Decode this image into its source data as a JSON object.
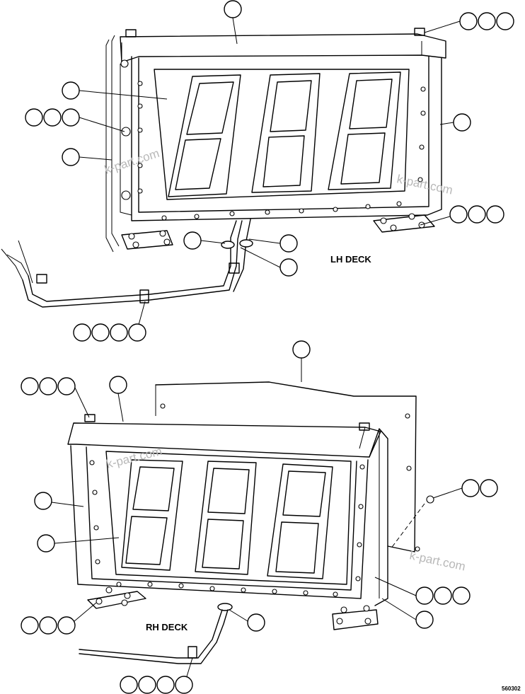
{
  "diagram": {
    "sections": [
      {
        "label": "LH DECK"
      },
      {
        "label": "RH DECK"
      }
    ],
    "watermark": "k-part.com",
    "drawing_code": "560302",
    "callout_groups": [
      {
        "id": "lh-cover",
        "balloons": 1
      },
      {
        "id": "lh-cover-fasteners",
        "balloons": 3
      },
      {
        "id": "lh-display-panel",
        "balloons": 1
      },
      {
        "id": "lh-grommet-left",
        "balloons": 3
      },
      {
        "id": "lh-frame-left",
        "balloons": 1
      },
      {
        "id": "lh-frame-right",
        "balloons": 1
      },
      {
        "id": "lh-bracket-fasteners",
        "balloons": 3
      },
      {
        "id": "lh-cable-grommet-1",
        "balloons": 1
      },
      {
        "id": "lh-cable-grommet-2",
        "balloons": 1
      },
      {
        "id": "lh-cable-grommet-3",
        "balloons": 1
      },
      {
        "id": "lh-cable-clamp",
        "balloons": 4
      },
      {
        "id": "rh-mount-plate",
        "balloons": 1
      },
      {
        "id": "rh-cover-fasteners",
        "balloons": 3
      },
      {
        "id": "rh-cover",
        "balloons": 1
      },
      {
        "id": "rh-frame-left",
        "balloons": 1
      },
      {
        "id": "rh-display-panel",
        "balloons": 1
      },
      {
        "id": "rh-nut",
        "balloons": 2
      },
      {
        "id": "rh-side-fasteners",
        "balloons": 3
      },
      {
        "id": "rh-side-bracket",
        "balloons": 1
      },
      {
        "id": "rh-bracket-fasteners",
        "balloons": 3
      },
      {
        "id": "rh-cable-grommet",
        "balloons": 1
      },
      {
        "id": "rh-cable-clamp",
        "balloons": 4
      }
    ]
  }
}
